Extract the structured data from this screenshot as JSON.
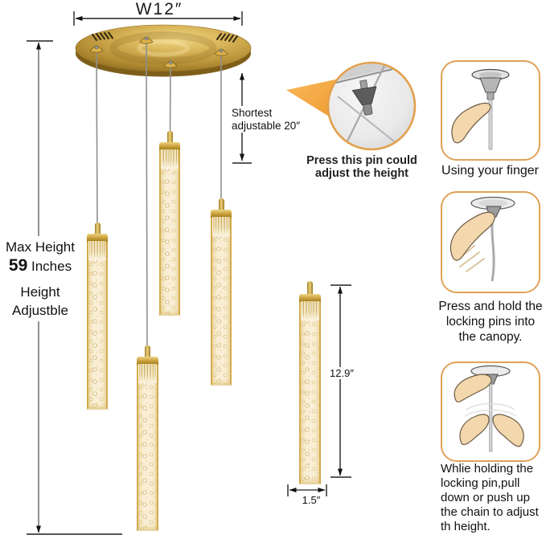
{
  "labels": {
    "width": "W12″",
    "max_height_line1": "Max Height",
    "max_height_value": "59",
    "max_height_unit": " Inches",
    "max_height_line3": "Height",
    "max_height_line4": "Adjustble",
    "shortest_line1": "Shortest",
    "shortest_line2": "adjustable 20″",
    "pendant_length": "12.9″",
    "pendant_width": "1.5″"
  },
  "callout": {
    "line1": "Press this pin could",
    "line2": "adjust the height"
  },
  "instructions": [
    {
      "icon": "finger-press-pin-icon",
      "caption": "Using your finger"
    },
    {
      "icon": "press-hold-pin-icon",
      "caption": "Press and hold the locking pins into the canopy."
    },
    {
      "icon": "hold-pin-pull-chain-icon",
      "caption": "Whlie holding the locking pin,pull down or push up the chain to adjust th height."
    }
  ],
  "colors": {
    "canopy_gold": "#d8b458",
    "canopy_gold_dark": "#8a681e",
    "pendant_champagne": "#f9efd6",
    "pendant_gold_trim": "#d3ab4f",
    "accent_orange": "#ee9426",
    "panel_border": "#e0a259",
    "skin": "#f3d7ad",
    "metal_gray": "#9a9a9a",
    "dimension_line": "#222222"
  }
}
